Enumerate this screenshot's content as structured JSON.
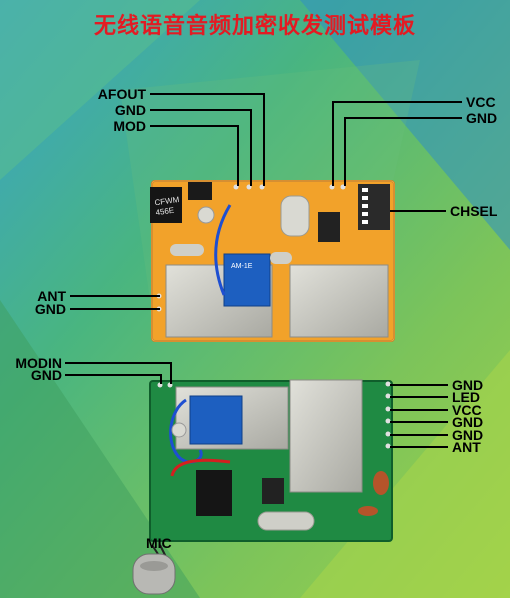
{
  "title": "无线语音音频加密收发测试模板",
  "colors": {
    "title": "#e31b23",
    "pcb_yellow": "#f2a22a",
    "pcb_green": "#1f8a43",
    "shield_metal": "#c9c9c2",
    "leader_line": "#000000"
  },
  "top_board": {
    "left_labels": {
      "afout": "AFOUT",
      "gnd_1": "GND",
      "mod": "MOD",
      "ant": "ANT",
      "gnd_2": "GND"
    },
    "right_labels": {
      "vcc": "VCC",
      "gnd": "GND",
      "chsel": "CHSEL"
    },
    "inductor_text": {
      "line1": "CFWM",
      "line2": "456E"
    },
    "module_text": "AM-1E"
  },
  "bottom_board": {
    "left_labels": {
      "modin": "MODIN",
      "gnd": "GND"
    },
    "right_labels": [
      "GND",
      "LED",
      "VCC",
      "GND",
      "GND",
      "ANT"
    ],
    "bottom_label": "MIC"
  }
}
